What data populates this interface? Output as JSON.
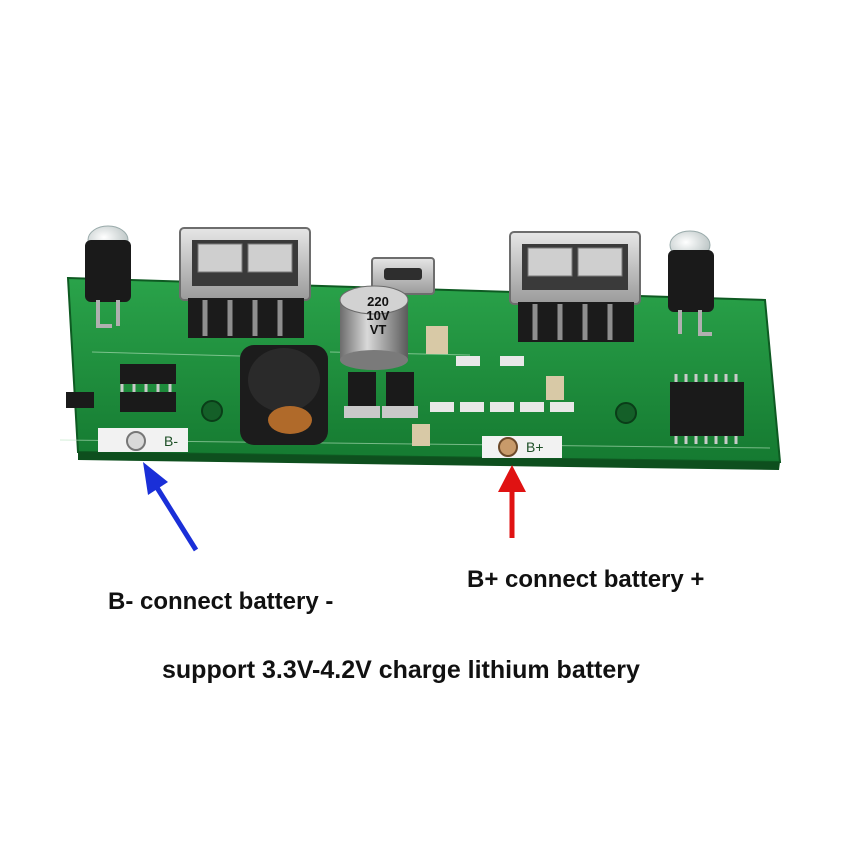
{
  "captions": {
    "b_minus": "B- connect battery -",
    "b_plus": "B+ connect battery +",
    "support": "support 3.3V-4.2V charge lithium battery"
  },
  "capacitor": {
    "line1": "220",
    "line2": "10V",
    "line3": "VT"
  },
  "pads": {
    "minus": "B-",
    "plus": "B+"
  },
  "colors": {
    "pcb": "#1f8a3a",
    "arrow_minus": "#1a2fd8",
    "arrow_plus": "#e01212"
  }
}
